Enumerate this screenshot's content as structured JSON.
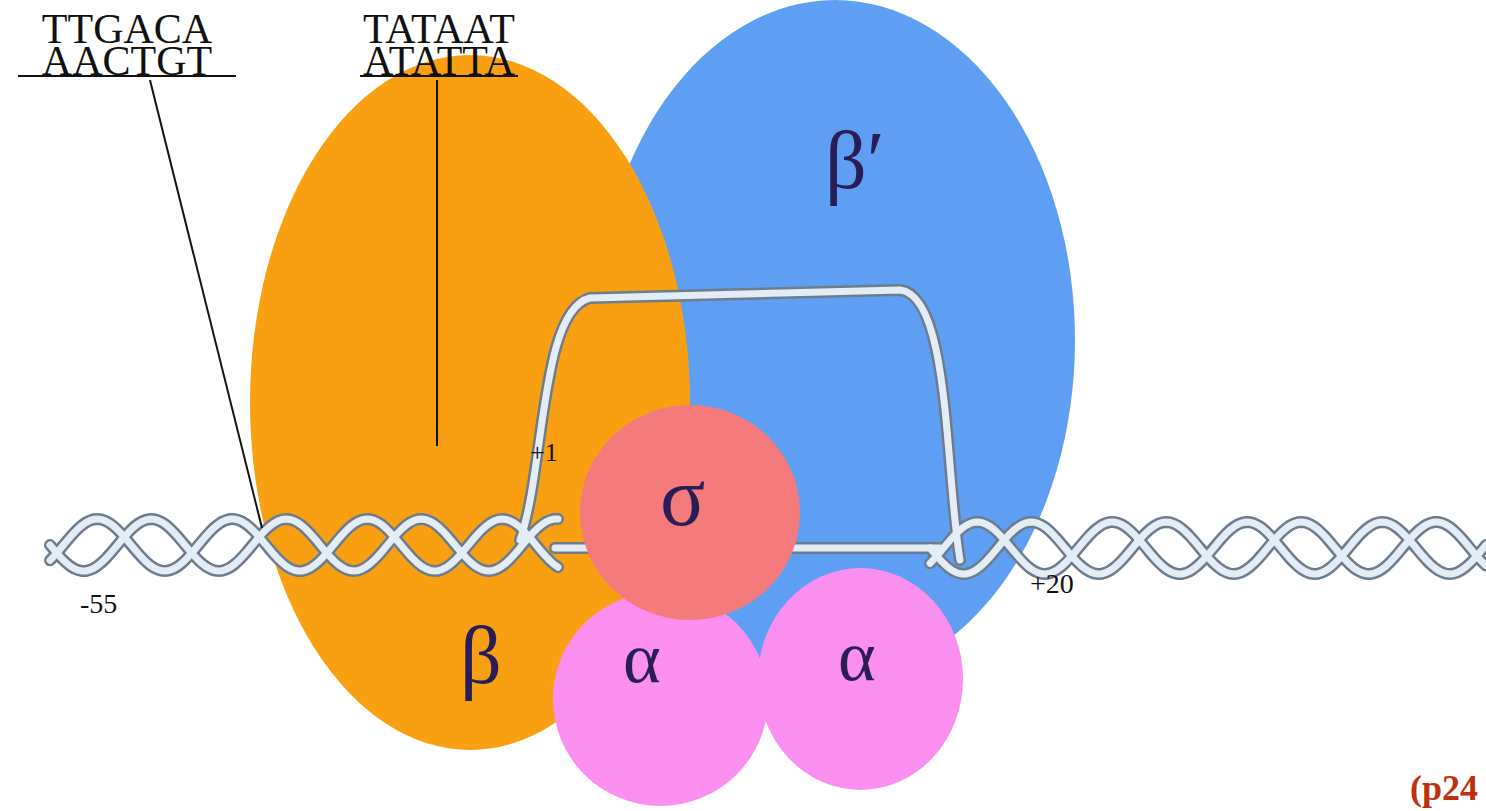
{
  "diagram": {
    "nodes": [
      {
        "text": [
          "β"
        ]
      },
      {
        "text": [
          "β′"
        ]
      },
      {
        "text": [
          "σ"
        ]
      },
      {
        "text": [
          "α"
        ]
      },
      {
        "text": [
          "α"
        ]
      }
    ],
    "labels": [
      "TTGACA",
      "AACTGT",
      "TATAAT",
      "ATATTA",
      "+1",
      "-55",
      "+20",
      "(p24"
    ]
  }
}
